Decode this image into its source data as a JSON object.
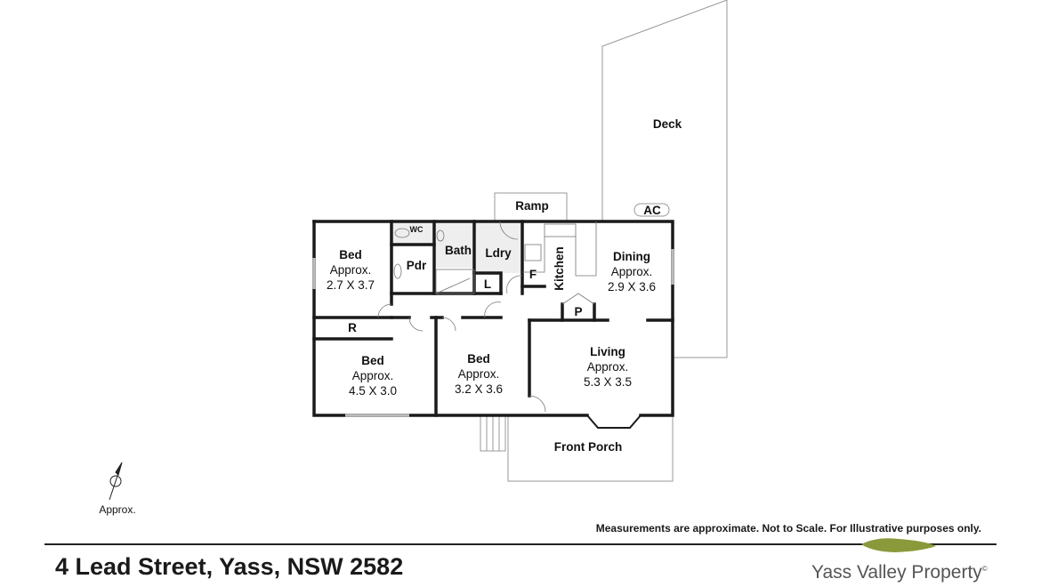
{
  "rooms": {
    "deck": "Deck",
    "ramp": "Ramp",
    "ac": "AC",
    "bed1": {
      "name": "Bed",
      "approx": "Approx.",
      "size": "2.7 X 3.7"
    },
    "wc": "WC",
    "pdr": "Pdr",
    "bath": "Bath",
    "ldry": "Ldry",
    "l": "L",
    "f": "F",
    "kitchen": "Kitchen",
    "p": "P",
    "dining": {
      "name": "Dining",
      "approx": "Approx.",
      "size": "2.9 X 3.6"
    },
    "r": "R",
    "bed2": {
      "name": "Bed",
      "approx": "Approx.",
      "size": "4.5 X 3.0"
    },
    "bed3": {
      "name": "Bed",
      "approx": "Approx.",
      "size": "3.2 X 3.6"
    },
    "living": {
      "name": "Living",
      "approx": "Approx.",
      "size": "5.3 X 3.5"
    },
    "front_porch": "Front Porch"
  },
  "compass_label": "Approx.",
  "disclaimer": "Measurements are approximate. Not to Scale. For Illustrative purposes only.",
  "address": "4 Lead Street, Yass, NSW 2582",
  "brand": {
    "name": "Yass Valley Property",
    "mark": "©",
    "leaf_color": "#8a9a3a"
  }
}
